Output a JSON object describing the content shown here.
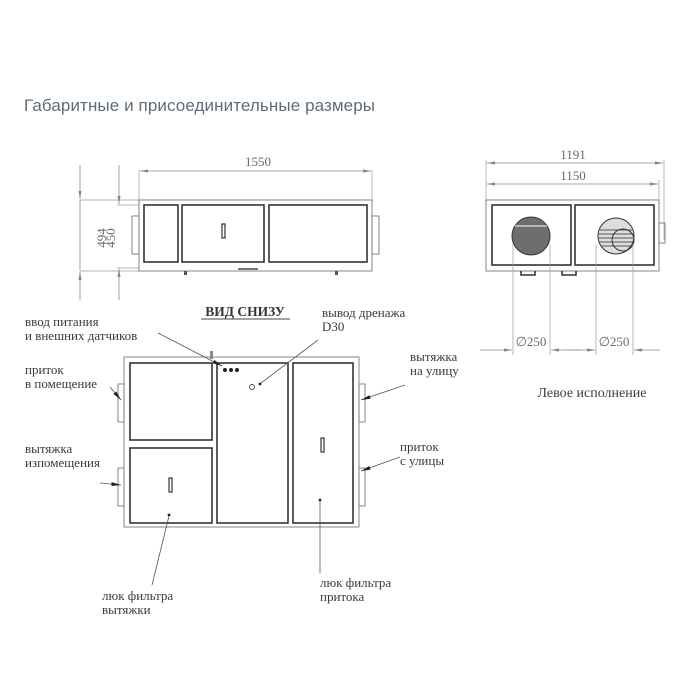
{
  "title": "Габаритные и присоединительные размеры",
  "front_view": {
    "width_dim": "1550",
    "height_outer_dim": "494",
    "height_inner_dim": "450"
  },
  "side_view": {
    "width_outer_dim": "1191",
    "width_inner_dim": "1150",
    "duct_diameter_left": "∅250",
    "duct_diameter_right": "∅250",
    "caption": "Левое исполнение"
  },
  "bottom_view": {
    "caption": "ВИД СНИЗУ",
    "labels": {
      "power_input_line1": "ввод питания",
      "power_input_line2": "и внешних датчиков",
      "drain_line1": "вывод дренажа",
      "drain_line2": "D30",
      "supply_room_line1": "приток",
      "supply_room_line2": "в помещение",
      "exhaust_street_line1": "вытяжка",
      "exhaust_street_line2": "на улицу",
      "exhaust_room_line1": "вытяжка",
      "exhaust_room_line2": "изпомещения",
      "supply_street_line1": "приток",
      "supply_street_line2": "с улицы",
      "exhaust_filter_line1": "люк фильтра",
      "exhaust_filter_line2": "вытяжки",
      "supply_filter_line1": "люк фильтра",
      "supply_filter_line2": "притока"
    }
  }
}
